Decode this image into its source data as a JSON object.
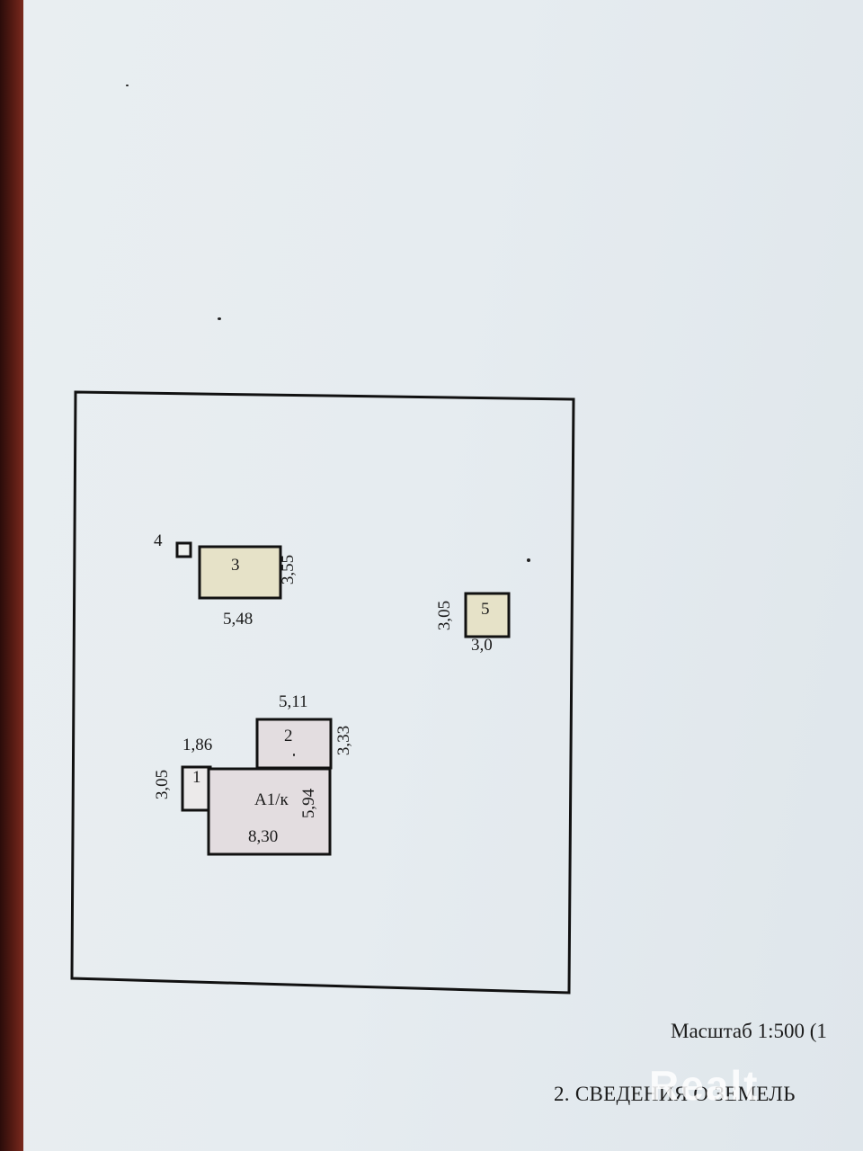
{
  "plan": {
    "buildings": [
      {
        "id": "3",
        "label": "3",
        "width_label": "5,48",
        "height_label": "3,55"
      },
      {
        "id": "4",
        "label": "4"
      },
      {
        "id": "5",
        "label": "5",
        "width_label": "3,0",
        "height_label": "3,05"
      },
      {
        "id": "2",
        "label": "2",
        "width_label": "5,11",
        "height_label": "3,33"
      },
      {
        "id": "1",
        "label": "1",
        "width_label": "1,86",
        "height_label": "3,05"
      },
      {
        "id": "A1",
        "label": "А1/к",
        "width_label": "8,30",
        "height_label": "5,94"
      }
    ]
  },
  "scale_text": "Масштаб 1:500 (1",
  "section_text": "2. СВЕДЕНИЯ О ЗЕМЕЛЬ",
  "watermark_text": "Realt",
  "colors": {
    "paper": "#e6ecf0",
    "line": "#111111",
    "fill_yellow": "#e6e2c8",
    "fill_pink": "#e3dde0"
  }
}
